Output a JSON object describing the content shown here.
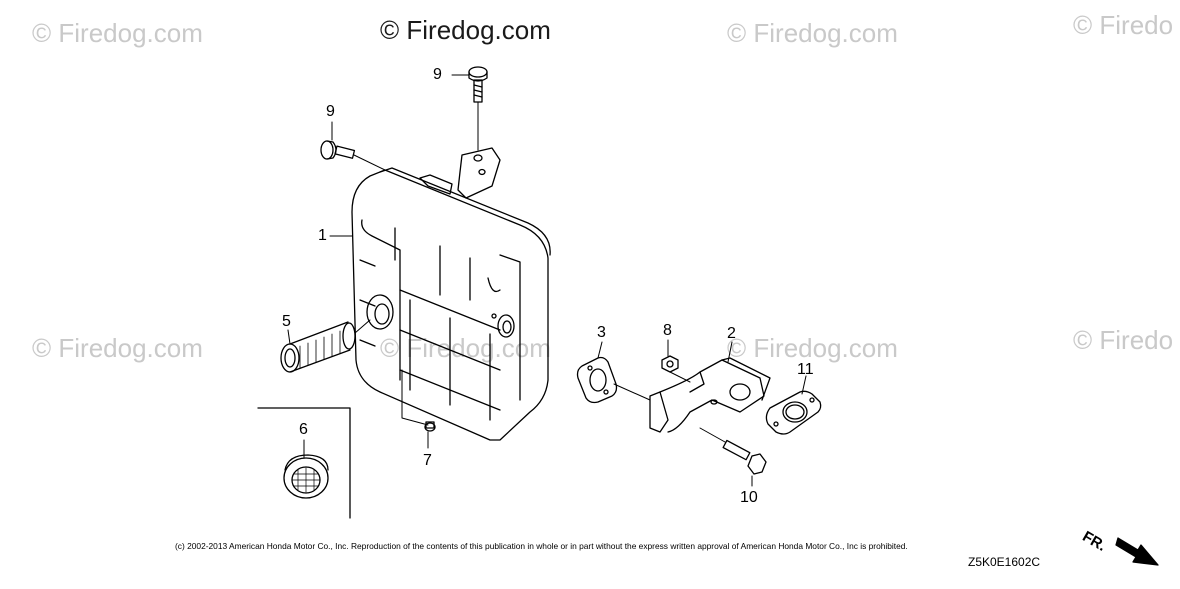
{
  "watermarks": {
    "main": "© Firedog.com",
    "repeat": "© Firedog.com",
    "edge": "© Firedo"
  },
  "callouts": {
    "p1": "1",
    "p2": "2",
    "p3": "3",
    "p5": "5",
    "p6": "6",
    "p7": "7",
    "p8": "8",
    "p9a": "9",
    "p9b": "9",
    "p10": "10",
    "p11": "11"
  },
  "footer": {
    "copyright": "(c) 2002-2013 American Honda Motor Co., Inc. Reproduction of the contents of this publication in whole or in part without the express written approval of American Honda Motor Co., Inc is prohibited.",
    "diagram_code": "Z5K0E1602C",
    "direction_label": "FR."
  },
  "colors": {
    "line": "#000000",
    "watermark": "#c9c9c9",
    "background": "#ffffff"
  }
}
